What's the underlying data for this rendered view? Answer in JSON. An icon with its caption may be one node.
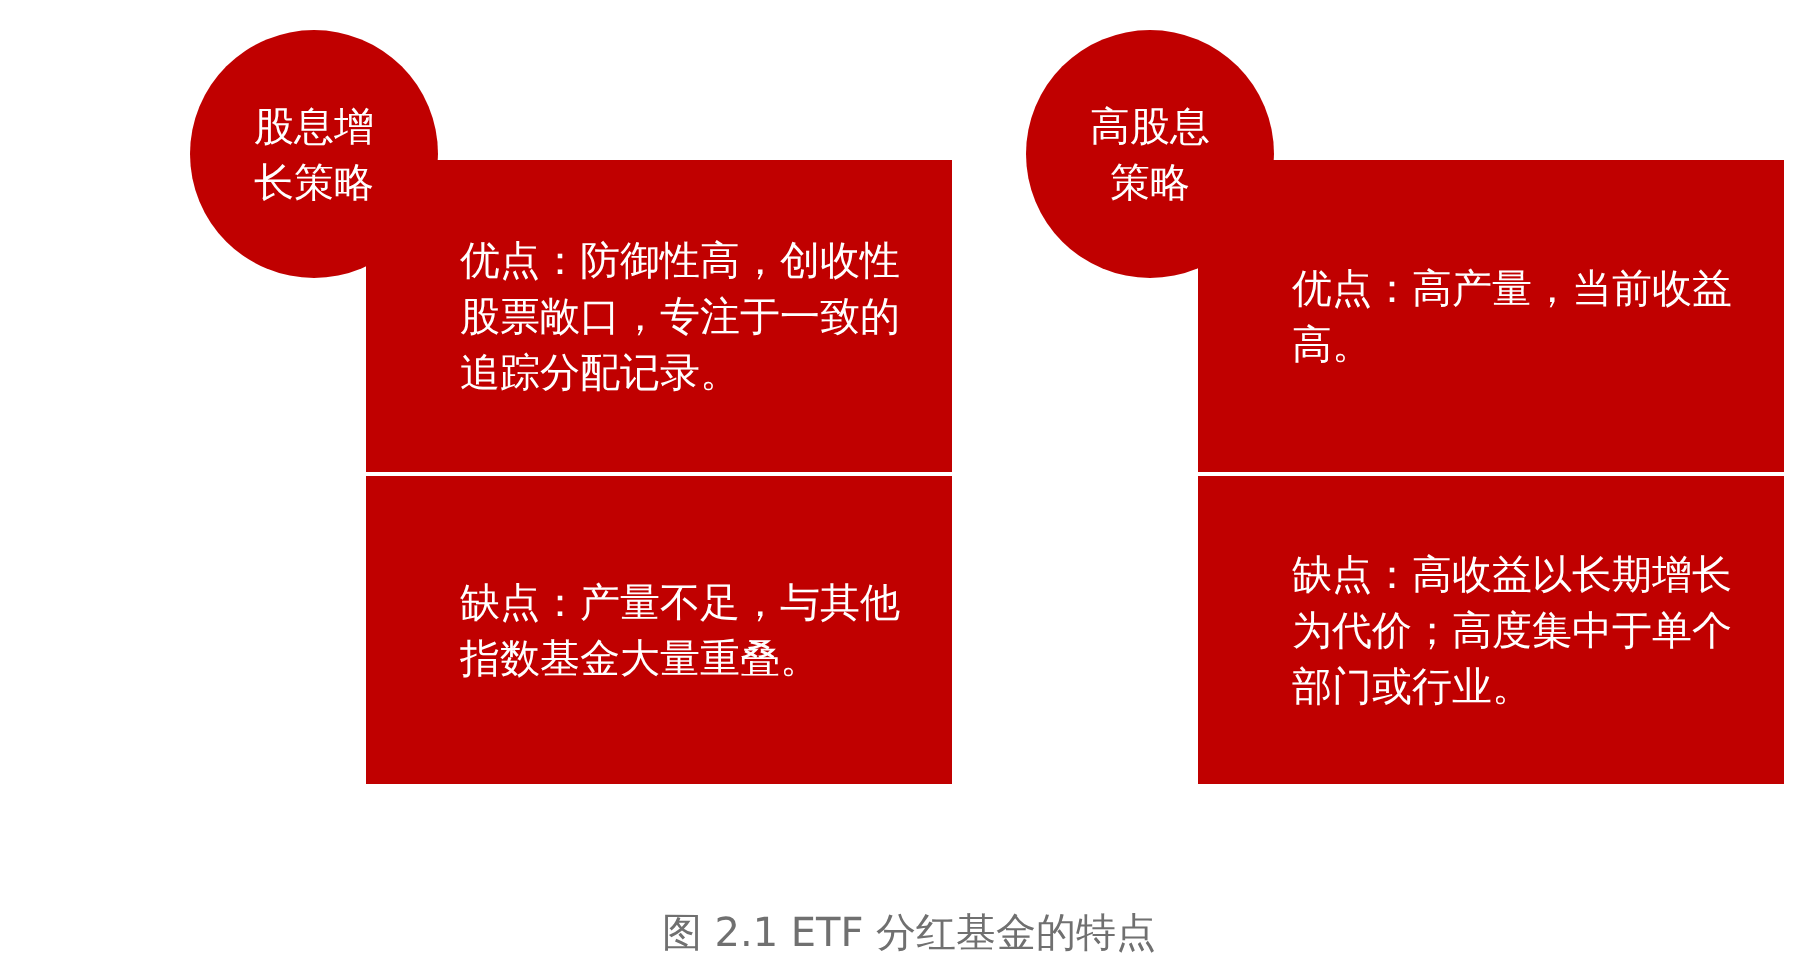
{
  "diagram": {
    "caption": "图 2.1 ETF 分红基金的特点",
    "nodes": [
      {
        "text": [
          "股息增长策略"
        ]
      },
      {
        "text": [
          "优点：防御性高，创收性股票敞口，专注于一致的追踪分配记录。"
        ]
      },
      {
        "text": [
          "缺点：产量不足，与其他指数基金大量重叠。"
        ]
      },
      {
        "text": [
          "高股息策略"
        ]
      },
      {
        "text": [
          "优点：高产量，当前收益高。"
        ]
      },
      {
        "text": [
          "缺点：高收益以长期增长为代价；高度集中于单个部门或行业。"
        ]
      }
    ]
  }
}
